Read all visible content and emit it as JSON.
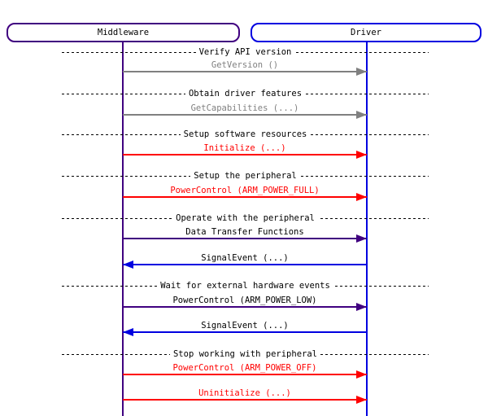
{
  "participants": [
    {
      "name": "Middleware",
      "color": "#400080"
    },
    {
      "name": "Driver",
      "color": "#0000e0"
    }
  ],
  "colors": {
    "purple": "#400080",
    "blue": "#0000e0",
    "gray": "#808080",
    "red": "#ff0000",
    "black": "#000000"
  },
  "separators": [
    "Verify API version",
    "Obtain driver features",
    "Setup software resources",
    "Setup the peripheral",
    "Operate with the peripheral",
    "Wait for external hardware events",
    "Stop working with peripheral"
  ],
  "messages": [
    {
      "label": "GetVersion ()",
      "from": "Middleware",
      "to": "Driver",
      "line_color": "gray",
      "text_color": "gray"
    },
    {
      "label": "GetCapabilities (...)",
      "from": "Middleware",
      "to": "Driver",
      "line_color": "gray",
      "text_color": "gray"
    },
    {
      "label": "Initialize (...)",
      "from": "Middleware",
      "to": "Driver",
      "line_color": "red",
      "text_color": "red"
    },
    {
      "label": "PowerControl (ARM_POWER_FULL)",
      "from": "Middleware",
      "to": "Driver",
      "line_color": "red",
      "text_color": "red"
    },
    {
      "label": "Data Transfer Functions",
      "from": "Middleware",
      "to": "Driver",
      "line_color": "purple",
      "text_color": "black"
    },
    {
      "label": "SignalEvent (...)",
      "from": "Driver",
      "to": "Middleware",
      "line_color": "blue",
      "text_color": "black"
    },
    {
      "label": "PowerControl (ARM_POWER_LOW)",
      "from": "Middleware",
      "to": "Driver",
      "line_color": "purple",
      "text_color": "black"
    },
    {
      "label": "SignalEvent (...)",
      "from": "Driver",
      "to": "Middleware",
      "line_color": "blue",
      "text_color": "black"
    },
    {
      "label": "PowerControl (ARM_POWER_OFF)",
      "from": "Middleware",
      "to": "Driver",
      "line_color": "red",
      "text_color": "red"
    },
    {
      "label": "Uninitialize (...)",
      "from": "Middleware",
      "to": "Driver",
      "line_color": "red",
      "text_color": "red"
    }
  ]
}
